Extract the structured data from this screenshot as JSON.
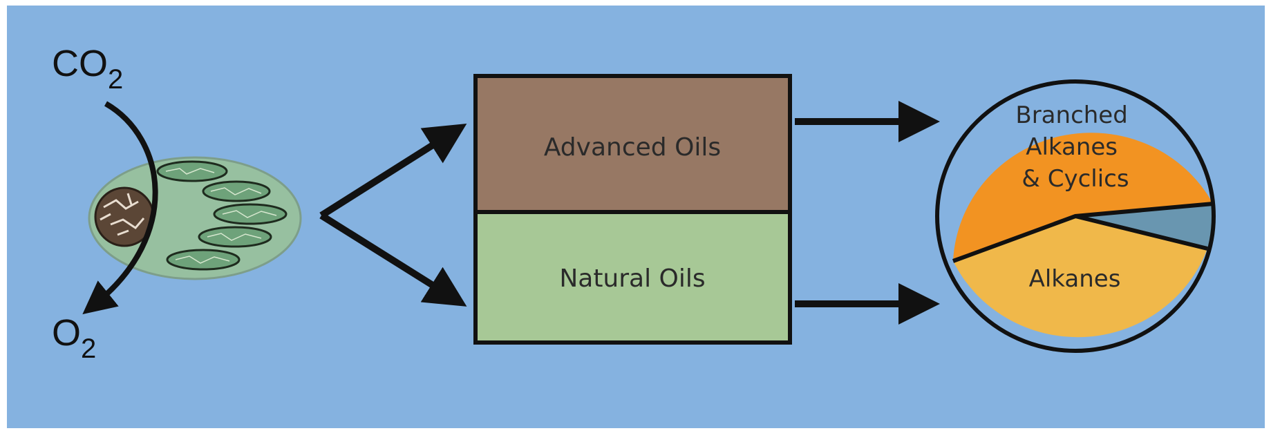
{
  "gas_in": {
    "base": "CO",
    "sub": "2"
  },
  "gas_out": {
    "base": "O",
    "sub": "2"
  },
  "oil_boxes": {
    "advanced": {
      "label": "Advanced Oils",
      "color": "#977864"
    },
    "natural": {
      "label": "Natural Oils",
      "color": "#a7c896"
    }
  },
  "pie": {
    "branched": {
      "lines": [
        "Branched",
        "Alkanes",
        "& Cyclics"
      ],
      "color": "#f29322"
    },
    "alkanes": {
      "label": "Alkanes",
      "color": "#f0b84a"
    },
    "other": {
      "color": "#6996b0"
    }
  },
  "colors": {
    "background": "#85b2e0",
    "cell": "#97c0a0",
    "chloroplast": "#6ea27a",
    "arrow": "#111111"
  }
}
